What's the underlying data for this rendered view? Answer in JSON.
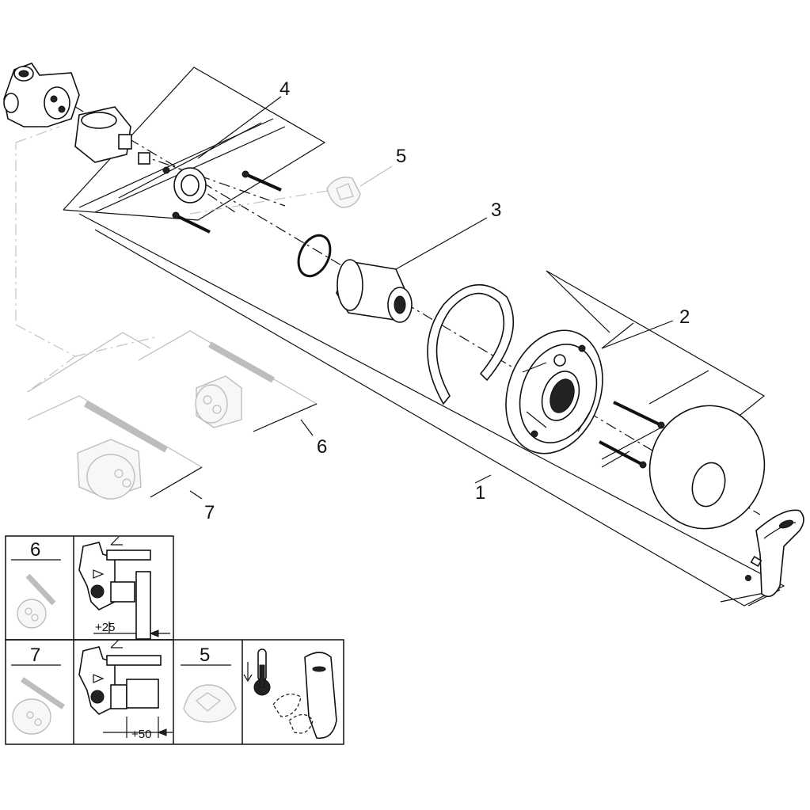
{
  "callouts": {
    "c1": "1",
    "c2": "2",
    "c3": "3",
    "c4": "4",
    "c5": "5",
    "c6": "6",
    "c7": "7"
  },
  "legend": {
    "cell6_title": "6",
    "cell6_dim": "+25",
    "cell7_title": "7",
    "cell7_dim": "+50",
    "cell5_title": "5"
  },
  "colors": {
    "line": "#111111",
    "optional_part": "#bdbdbd",
    "background": "#ffffff"
  }
}
